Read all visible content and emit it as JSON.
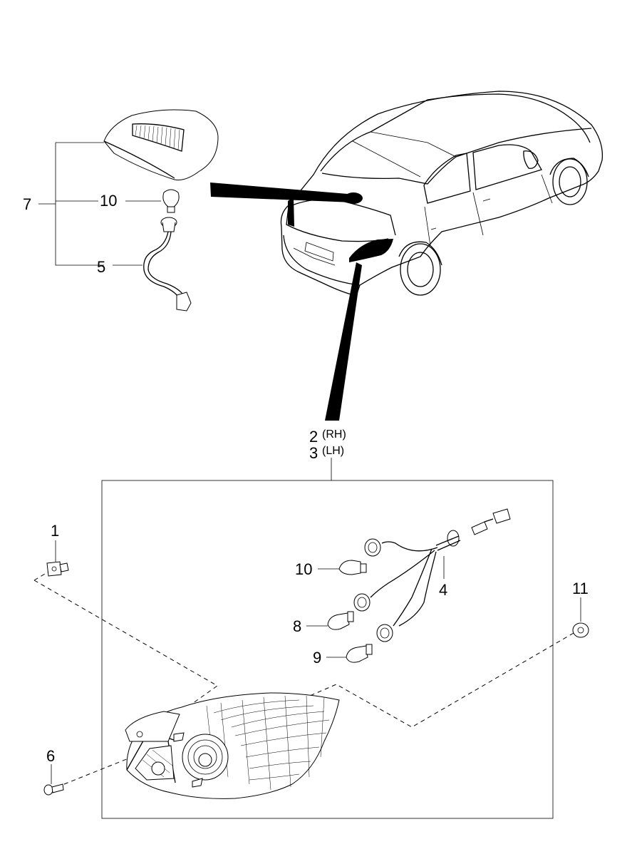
{
  "callouts": {
    "c1": "1",
    "c2": "2",
    "c2_side": "(RH)",
    "c3": "3",
    "c3_side": "(LH)",
    "c4": "4",
    "c5": "5",
    "c6": "6",
    "c7": "7",
    "c8": "8",
    "c9": "9",
    "c10_high": "10",
    "c10_low": "10",
    "c11": "11"
  }
}
